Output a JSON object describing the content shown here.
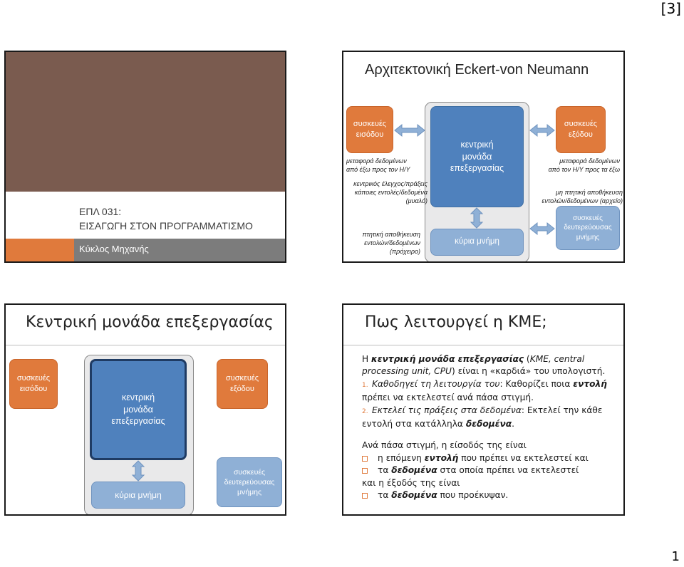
{
  "page_marker": "[3]",
  "page_number": "1",
  "slide1": {
    "course_code": "ΕΠΛ 031:",
    "course_name": "ΕΙΣΑΓΩΓΗ ΣΤΟΝ ΠΡΟΓΡΑΜΜΑΤΙΣΜΟ",
    "subtitle": "Κύκλος Μηχανής",
    "colors": {
      "brown": "#7a5b4f",
      "orange": "#e07a3c",
      "grey": "#7c7c7c"
    }
  },
  "slide2": {
    "title": "Αρχιτεκτονική Eckert-von Neumann",
    "input_devices_l1": "συσκευές",
    "input_devices_l2": "εισόδου",
    "output_devices_l1": "συσκευές",
    "output_devices_l2": "εξόδου",
    "cpu_l1": "κεντρική",
    "cpu_l2": "μονάδα",
    "cpu_l3": "επεξεργασίας",
    "main_memory": "κύρια μνήμη",
    "secondary_l1": "συσκευές",
    "secondary_l2": "δευτερεύουσας",
    "secondary_l3": "μνήμης",
    "note_input_l1": "μεταφορά δεδομένων",
    "note_input_l2": "από έξω προς τον Η/Υ",
    "note_output_l1": "μεταφορά δεδομένων",
    "note_output_l2": "από τον Η/Υ προς τα έξω",
    "note_control_l1": "κεντρικός έλεγχος/πράξεις",
    "note_control_l2": "κάποιες εντολές/δεδομένα",
    "note_control_l3": "(μυαλό)",
    "note_volatile_l1": "πτητική αποθήκευση",
    "note_volatile_l2": "εντολών/δεδομένων",
    "note_volatile_l3": "(πρόχειρο)",
    "note_nonvolatile_l1": "μη πτητική αποθήκευση",
    "note_nonvolatile_l2": "εντολών/δεδομένων (αρχείο)"
  },
  "slide3": {
    "title": "Κεντρική μονάδα επεξεργασίας",
    "input_l1": "συσκευές",
    "input_l2": "εισόδου",
    "output_l1": "συσκευές",
    "output_l2": "εξόδου",
    "cpu_l1": "κεντρική",
    "cpu_l2": "μονάδα",
    "cpu_l3": "επεξεργασίας",
    "main_memory": "κύρια μνήμη",
    "secondary_l1": "συσκευές",
    "secondary_l2": "δευτερεύουσας",
    "secondary_l3": "μνήμης"
  },
  "slide4": {
    "title": "Πως λειτουργεί η ΚΜΕ;",
    "intro_a": "Η ",
    "intro_b": "κεντρική μονάδα επεξεργασίας",
    "intro_c": " (",
    "intro_d": "ΚΜΕ, central processing unit, CPU",
    "intro_e": ") είναι η «καρδιά» του υπολογιστή.",
    "item1_num": "1.",
    "item1_a": "Καθοδηγεί τη λειτουργία του",
    "item1_b": ": Καθορίζει ποια ",
    "item1_c": "εντολή",
    "item1_d": " πρέπει να εκτελεστεί ανά πάσα στιγμή.",
    "item2_num": "2.",
    "item2_a": "Εκτελεί τις πράξεις στα δεδομένα",
    "item2_b": ": Εκτελεί την κάθε εντολή στα κατάλληλα ",
    "item2_c": "δεδομένα",
    "item2_d": ".",
    "para2": "Ανά πάσα στιγμή, η είσοδός της είναι",
    "b1_a": "η επόμενη ",
    "b1_b": "εντολή",
    "b1_c": " που πρέπει να εκτελεστεί και",
    "b2_a": "τα ",
    "b2_b": "δεδομένα",
    "b2_c": " στα οποία πρέπει να εκτελεστεί",
    "para3": "και η έξοδός της είναι",
    "b3_a": "τα ",
    "b3_b": "δεδομένα",
    "b3_c": " που προέκυψαν."
  }
}
